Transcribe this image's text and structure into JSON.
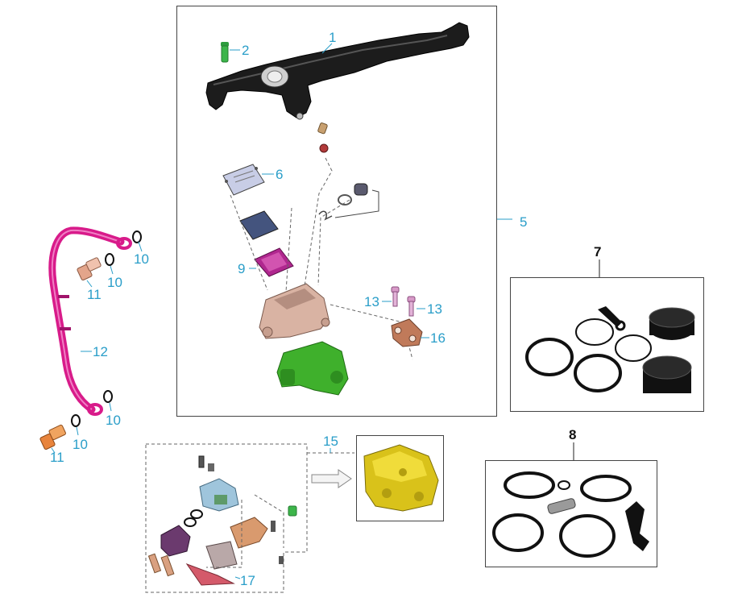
{
  "callouts": {
    "c1": "1",
    "c2": "2",
    "c5": "5",
    "c6": "6",
    "c7": "7",
    "c8": "8",
    "c9": "9",
    "c10a": "10",
    "c10b": "10",
    "c10c": "10",
    "c10d": "10",
    "c11a": "11",
    "c11b": "11",
    "c12": "12",
    "c13a": "13",
    "c13b": "13",
    "c15": "15",
    "c16": "16",
    "c17": "17"
  },
  "colors": {
    "callout_text": "#2a9ec9",
    "kit_label": "#111111",
    "lever": "#1c1c1c",
    "pin": "#3cb54a",
    "cap": "#c8cde6",
    "diaphragm": "#44547e",
    "seal_plate": "#b0278f",
    "master_body": "#d9b3a3",
    "master_cover": "#3fb02c",
    "hose": "#d81b8a",
    "banjo_bolt_top": "#e3a58b",
    "banjo_bolt_bottom": "#e8843c",
    "bolt_13": "#d89ac8",
    "clamp_16": "#c07a5a",
    "caliper_assembly": "#d9c21a",
    "seal_ring": "#111111"
  },
  "icons": {
    "lever": "brake-lever-icon",
    "pin": "pivot-pin-icon",
    "cap": "reservoir-cap-icon",
    "diaphragm": "diaphragm-icon",
    "seal_plate": "seal-plate-icon",
    "master_cylinder": "master-cylinder-icon",
    "hose": "brake-hose-icon",
    "banjo_bolt": "banjo-bolt-icon",
    "washer": "washer-icon",
    "bolt": "bolt-icon",
    "clamp": "clamp-icon",
    "caliper": "caliper-icon",
    "seal_kit": "seal-kit-icon",
    "arrow": "arrow-right-icon"
  }
}
